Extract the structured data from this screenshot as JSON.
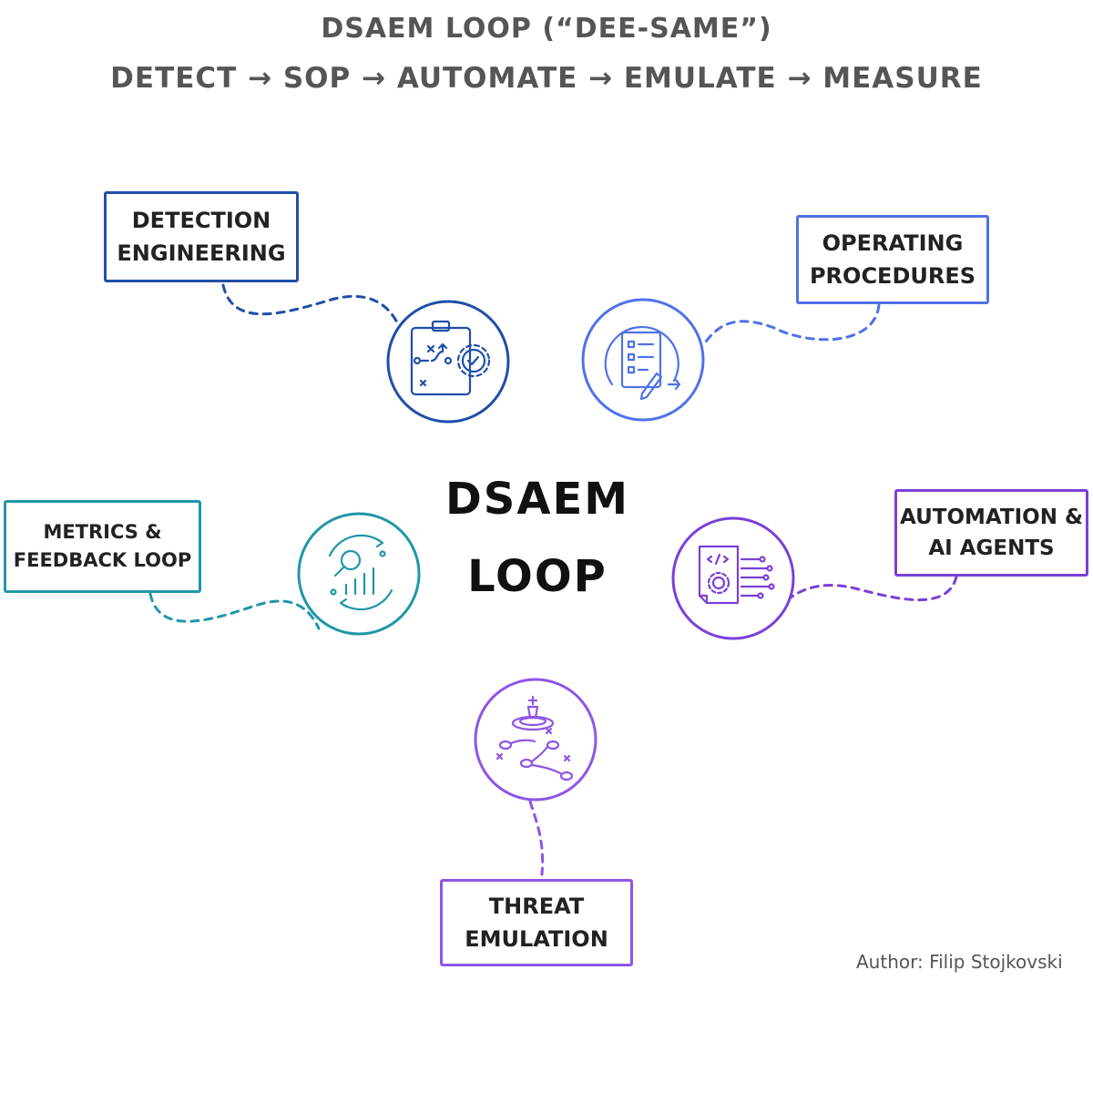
{
  "header": {
    "title": "DSAEM LOOP (“DEE-SAME”)",
    "subtitle": "DETECT → SOP → AUTOMATE → EMULATE → MEASURE"
  },
  "center": {
    "line1": "DSAEM",
    "line2": "LOOP"
  },
  "nodes": {
    "detection": {
      "line1": "DETECTION",
      "line2": "ENGINEERING",
      "color": "#1f4fa8",
      "icon": "clipboard-strategy-gear-icon"
    },
    "procedures": {
      "line1": "OPERATING",
      "line2": "PROCEDURES",
      "color": "#4f72e8",
      "icon": "checklist-cycle-icon"
    },
    "automation": {
      "line1": "AUTOMATION &",
      "line2": "AI AGENTS",
      "color": "#7b3fd8",
      "icon": "code-document-gear-icon"
    },
    "emulation": {
      "line1": "THREAT",
      "line2": "EMULATION",
      "color": "#8f55e6",
      "icon": "chess-strategy-path-icon"
    },
    "metrics": {
      "line1": "METRICS &",
      "line2": "FEEDBACK LOOP",
      "color": "#1f97a8",
      "icon": "magnifier-bar-chart-icon"
    }
  },
  "author": "Author: Filip Stojkovski"
}
